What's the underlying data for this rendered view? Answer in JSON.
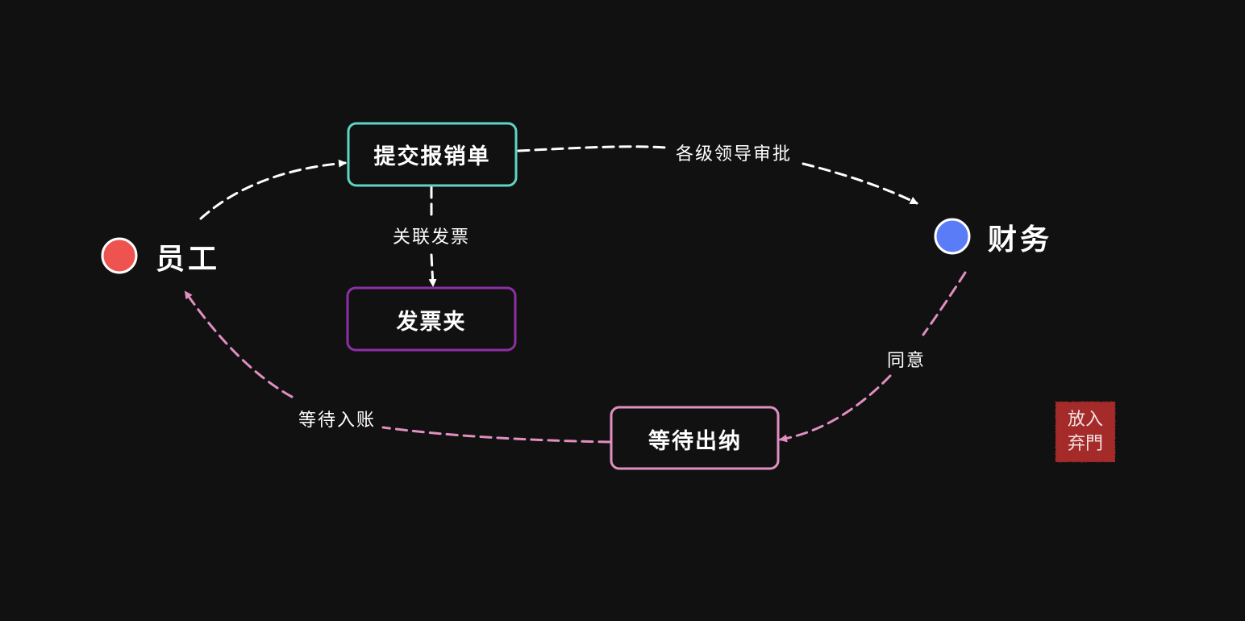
{
  "colors": {
    "background": "#111111",
    "white": "#ffffff",
    "employee_dot": "#ef5350",
    "finance_dot": "#5b7cf7",
    "teal": "#5fd4c4",
    "purple": "#8e2fa6",
    "pink": "#e08fc0",
    "seal": "#a52a2a"
  },
  "actors": {
    "employee": {
      "label": "员工"
    },
    "finance": {
      "label": "财务"
    }
  },
  "boxes": {
    "submit": {
      "label": "提交报销单"
    },
    "invoice_folder": {
      "label": "发票夹"
    },
    "wait_cashier": {
      "label": "等待出纳"
    }
  },
  "edges": {
    "approve_chain": {
      "label": "各级领导审批"
    },
    "link_invoice": {
      "label": "关联发票"
    },
    "agree": {
      "label": "同意"
    },
    "wait_posting": {
      "label": "等待入账"
    }
  },
  "seal": {
    "lines": [
      "放入",
      "弃門"
    ]
  }
}
